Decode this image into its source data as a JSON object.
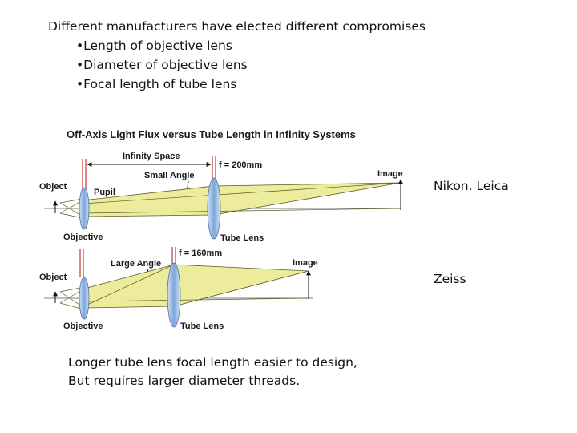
{
  "intro": "Different manufacturers have elected different compromises",
  "bullets": [
    "•Length of objective lens",
    "•Diameter of objective lens",
    "•Focal length of tube lens"
  ],
  "diagram": {
    "title": "Off-Axis Light Flux versus Tube Length in Infinity Systems",
    "top": {
      "infinity_space": "Infinity Space",
      "focal": "f = 200mm",
      "angle": "Small Angle",
      "object": "Object",
      "pupil": "Pupil",
      "objective": "Objective",
      "tube_lens": "Tube Lens",
      "image": "Image"
    },
    "bottom": {
      "focal": "f = 160mm",
      "angle": "Large Angle",
      "object": "Object",
      "objective": "Objective",
      "tube_lens": "Tube Lens",
      "image": "Image"
    },
    "colors": {
      "beam": "#ecec9c",
      "beam_edge": "#5c5a22",
      "lens": "#7fa7d8",
      "marker": "#c0392b"
    }
  },
  "side_labels": {
    "top": "Nikon. Leica",
    "bottom": "Zeiss"
  },
  "conclusion": [
    "Longer tube lens focal length easier to design,",
    "But requires larger diameter threads."
  ]
}
